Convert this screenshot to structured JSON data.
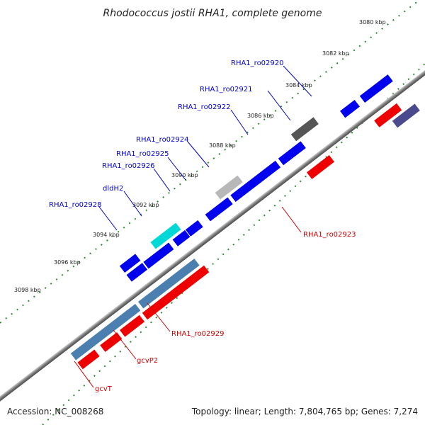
{
  "title": "Rhodococcus jostii RHA1, complete genome",
  "footer": {
    "accession": "Accession: NC_008268",
    "topology": "Topology: linear; Length: 7,804,765 bp; Genes: 7,274"
  },
  "scale_labels": [
    "3080 kbp",
    "3082 kbp",
    "3084 kbp",
    "3086 kbp",
    "3088 kbp",
    "3090 kbp",
    "3092 kbp",
    "3094 kbp",
    "3096 kbp",
    "3098 kbp"
  ],
  "gene_labels": {
    "ro02920": "RHA1_ro02920",
    "ro02921": "RHA1_ro02921",
    "ro02922": "RHA1_ro02922",
    "ro02924": "RHA1_ro02924",
    "ro02925": "RHA1_ro02925",
    "ro02926": "RHA1_ro02926",
    "dldH2": "dldH2",
    "ro02928": "RHA1_ro02928",
    "ro02923": "RHA1_ro02923",
    "ro02929": "RHA1_ro02929",
    "gcvP2": "gcvP2",
    "gcvT": "gcvT"
  },
  "colors": {
    "backbone": "#8a8a8a",
    "forward_gene": "#0000ee",
    "reverse_gene": "#ee0000",
    "cyan_gene": "#00d8d8",
    "dark_gray_gene": "#555555",
    "light_gray_gene": "#b8b8b8",
    "slate_gene": "#4a4a8c",
    "steel_gene": "#4a7fb0",
    "tick": "#2e8b2e",
    "blue_label": "#0000cc",
    "red_label": "#cc0000"
  }
}
